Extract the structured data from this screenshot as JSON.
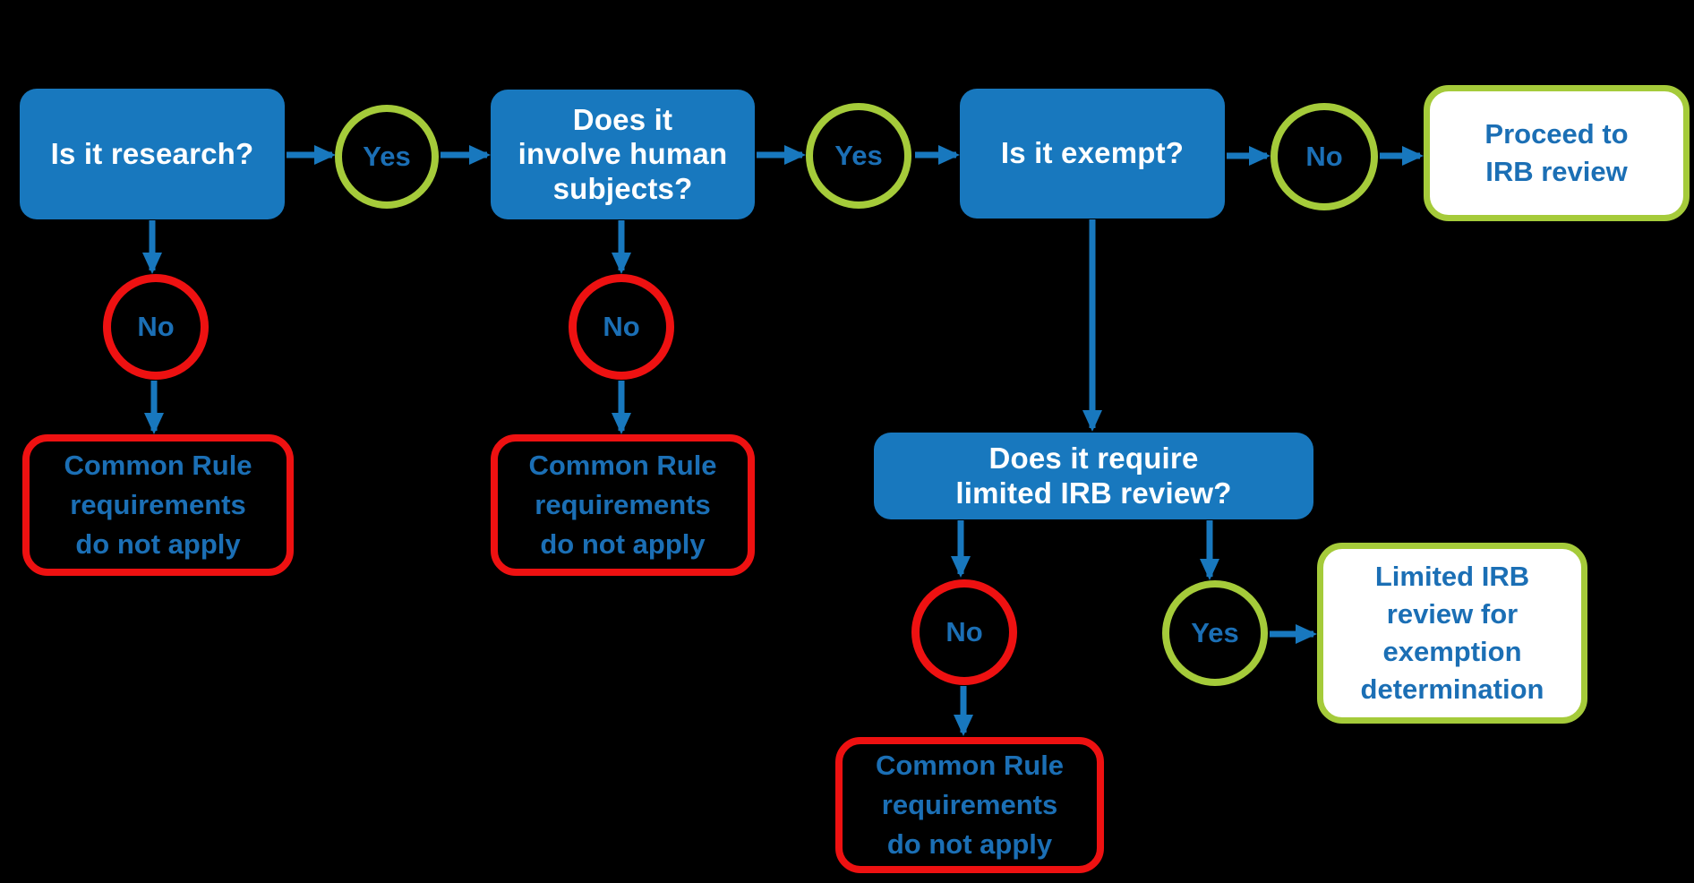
{
  "colors": {
    "background": "#000000",
    "blue_fill": "#1878be",
    "blue_text": "#1b6fb5",
    "green_stroke": "#a5cb3a",
    "red_stroke": "#ee1111",
    "white": "#ffffff"
  },
  "nodes": {
    "research": {
      "label": "Is it research?"
    },
    "human_subjects": {
      "label": "Does it\ninvolve human\nsubjects?"
    },
    "exempt": {
      "label": "Is it exempt?"
    },
    "limited_review_question": {
      "label": "Does it require\nlimited IRB review?"
    },
    "proceed_irb": {
      "label": "Proceed to\nIRB review"
    },
    "limited_review_outcome": {
      "label": "Limited IRB\nreview for\nexemption\ndetermination"
    },
    "common_rule_1": {
      "label": "Common Rule\nrequirements\ndo not apply"
    },
    "common_rule_2": {
      "label": "Common Rule\nrequirements\ndo not apply"
    },
    "common_rule_3": {
      "label": "Common Rule\nrequirements\ndo not apply"
    }
  },
  "connectors": {
    "yes_after_research": "Yes",
    "yes_after_human_subjects": "Yes",
    "no_after_exempt": "No",
    "no_below_research": "No",
    "no_below_human_subjects": "No",
    "no_below_limited_review": "No",
    "yes_below_limited_review": "Yes"
  }
}
